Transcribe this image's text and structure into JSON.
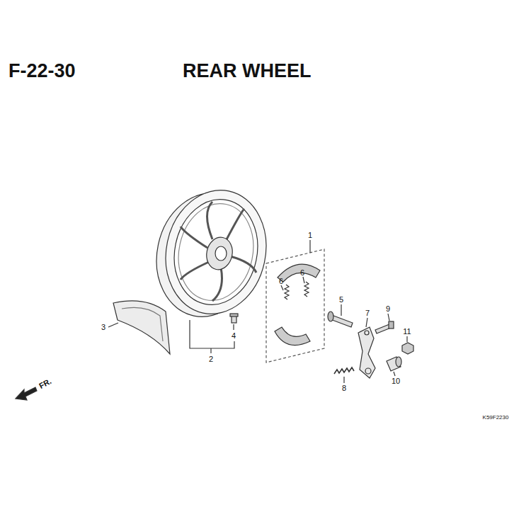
{
  "diagram": {
    "title": "REAR WHEEL",
    "labels": [
      "F-22-30",
      "1",
      "6",
      "6",
      "5",
      "7",
      "9",
      "11",
      "3",
      "4",
      "2",
      "8",
      "10",
      "FR.",
      "K59F2230"
    ]
  }
}
